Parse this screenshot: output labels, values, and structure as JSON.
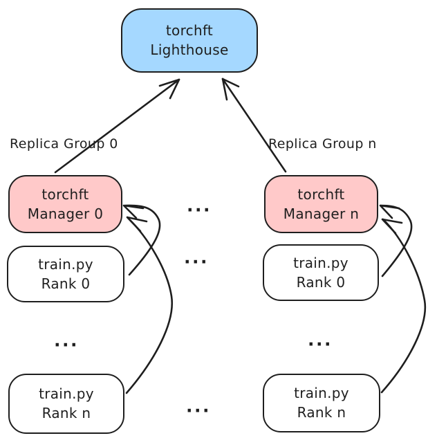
{
  "colors": {
    "lighthouse_fill": "#a5d8ff",
    "manager_fill": "#ffc9c9",
    "worker_fill": "#ffffff",
    "stroke": "#1e1e1e"
  },
  "nodes": {
    "lighthouse": {
      "line1": "torchft",
      "line2": "Lighthouse"
    },
    "manager0": {
      "line1": "torchft",
      "line2": "Manager 0"
    },
    "manager_n": {
      "line1": "torchft",
      "line2": "Manager n"
    },
    "rank0_left": {
      "line1": "train.py",
      "line2": "Rank 0"
    },
    "rank_n_left": {
      "line1": "train.py",
      "line2": "Rank n"
    },
    "rank0_right": {
      "line1": "train.py",
      "line2": "Rank 0"
    },
    "rank_n_right": {
      "line1": "train.py",
      "line2": "Rank n"
    }
  },
  "labels": {
    "replica_group_0": "Replica Group 0",
    "replica_group_n": "Replica Group n",
    "ellipsis": "..."
  }
}
